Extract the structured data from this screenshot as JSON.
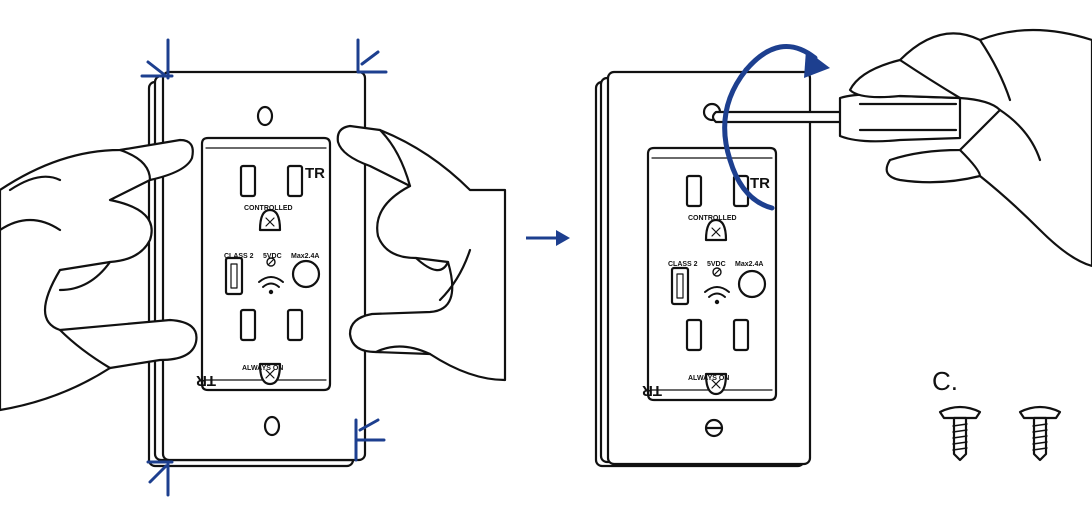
{
  "colors": {
    "accent": "#1d3f8f",
    "ink": "#111111",
    "background": "#ffffff"
  },
  "left_outlet": {
    "tr_top": "TR",
    "controlled": "CONTROLLED",
    "class2": "CLASS 2",
    "voltage": "5VDC",
    "rating": "Max2.4A",
    "always_on": "ALWAYS ON",
    "tr_bottom": "TR"
  },
  "right_outlet": {
    "tr_top": "TR",
    "controlled": "CONTROLLED",
    "class2": "CLASS 2",
    "voltage": "5VDC",
    "rating": "Max2.4A",
    "always_on": "ALWAYS ON",
    "tr_bottom": "TR"
  },
  "screws_label": "C.",
  "icons": [
    "press-corner-marks",
    "step-arrow-icon",
    "rotate-arrow-icon",
    "wifi-icon",
    "screwdriver",
    "screw-icon"
  ]
}
